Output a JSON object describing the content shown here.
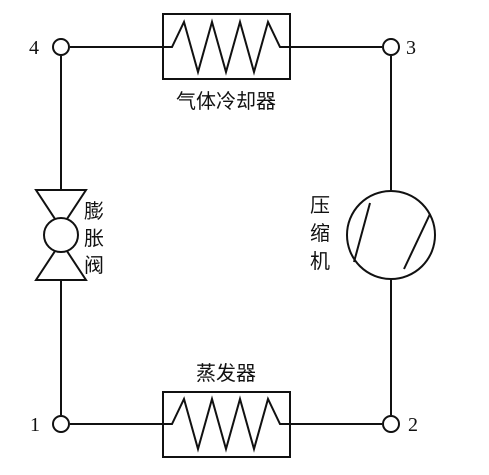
{
  "diagram": {
    "nodes": [
      "1",
      "2",
      "3",
      "4"
    ],
    "components": {
      "gas_cooler": "气体冷却器",
      "evaporator": "蒸发器",
      "compressor": [
        "压",
        "缩",
        "机"
      ],
      "expansion_valve": [
        "膨",
        "胀",
        "阀"
      ]
    }
  }
}
